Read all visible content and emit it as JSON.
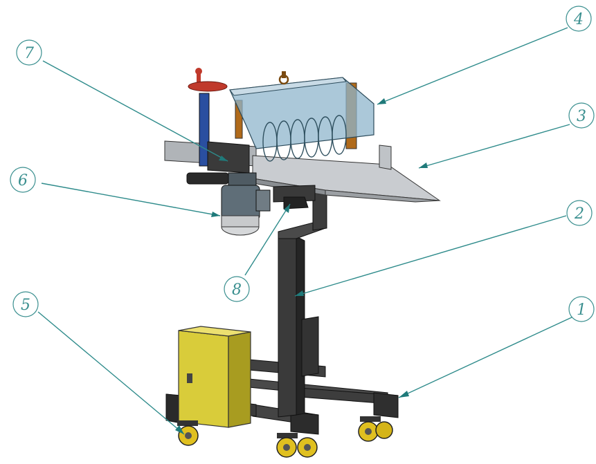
{
  "diagram": {
    "callouts": [
      {
        "id": "1",
        "label": "1"
      },
      {
        "id": "2",
        "label": "2"
      },
      {
        "id": "3",
        "label": "3"
      },
      {
        "id": "4",
        "label": "4"
      },
      {
        "id": "5",
        "label": "5"
      },
      {
        "id": "6",
        "label": "6"
      },
      {
        "id": "7",
        "label": "7"
      },
      {
        "id": "8",
        "label": "8"
      }
    ],
    "colors": {
      "callout": "#3a8f8f",
      "frame": "#3b3b3b",
      "cabinet": "#d9cc3a",
      "cover": "#8fb6cc",
      "motor": "#5f6e78",
      "handle": "#c0392b",
      "column_blue": "#2a4fa0",
      "wheel": "#e0c020"
    }
  }
}
